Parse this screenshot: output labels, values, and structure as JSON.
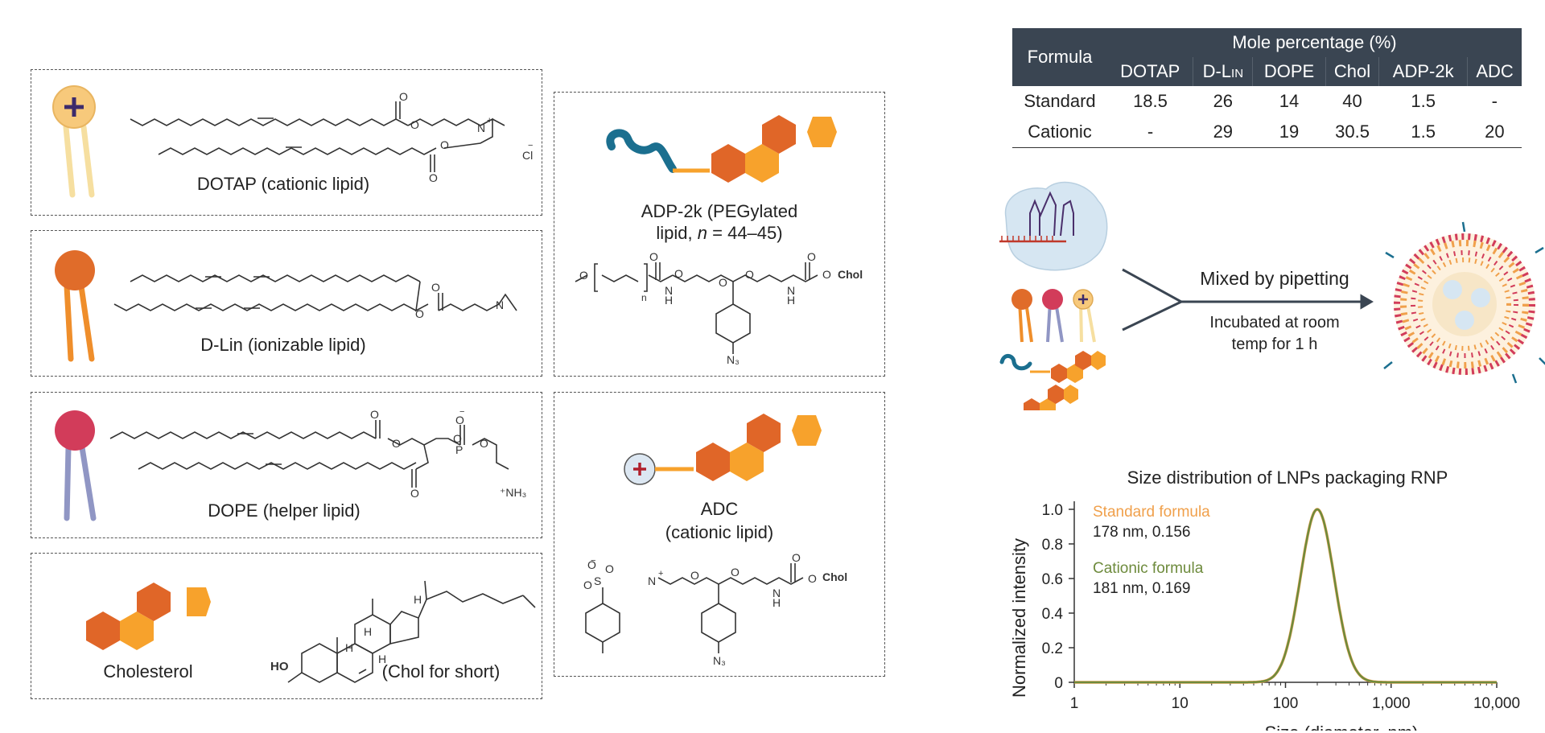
{
  "lipids": {
    "dotap": "DOTAP (cationic lipid)",
    "dlin_prefix": "D",
    "dlin_rest": "-Lin (ionizable lipid)",
    "dope": "DOPE (helper lipid)",
    "cholesterol": "Cholesterol",
    "chol_short": "(Chol for short)",
    "adp_line1": "ADP-2k (PEGylated",
    "adp_line2_a": "lipid, ",
    "adp_line2_n": "n",
    "adp_line2_b": " = 44–45)",
    "adc_line1": "ADC",
    "adc_line2": "(cationic lipid)",
    "chol_tag": "Chol",
    "n_sub": "n"
  },
  "table": {
    "formula_header": "Formula",
    "group_header": "Mole percentage (%)",
    "columns": [
      "DOTAP",
      "D-Lin",
      "DOPE",
      "Chol",
      "ADP-2k",
      "ADC"
    ],
    "rows": [
      {
        "label": "Standard",
        "values": [
          "18.5",
          "26",
          "14",
          "40",
          "1.5",
          "-"
        ]
      },
      {
        "label": "Cationic",
        "values": [
          "-",
          "29",
          "19",
          "30.5",
          "1.5",
          "20"
        ]
      }
    ]
  },
  "process": {
    "mixed": "Mixed by pipetting",
    "incubated_line1": "Incubated at room",
    "incubated_line2": "temp for 1 h"
  },
  "colors": {
    "cationic_head": "#f7c97b",
    "ionizable_head": "#e06c2a",
    "helper_head": "#d23c5a",
    "hex_dark": "#e06628",
    "hex_light": "#f7a22c",
    "peg_chain": "#1b6f8f",
    "standard_series": "#f0a04b",
    "cationic_series": "#6e8b3d",
    "table_header_bg": "#3a4552"
  },
  "chart_data": {
    "type": "line",
    "title": "Size distribution of LNPs packaging RNP",
    "ylabel": "Normalized intensity",
    "xlabel": "Size (diameter, nm)",
    "x_scale": "log",
    "xlim": [
      1,
      10000
    ],
    "ylim": [
      0,
      1.0
    ],
    "xticks": [
      "1",
      "10",
      "100",
      "1,000",
      "10,000"
    ],
    "yticks": [
      "0",
      "0.2",
      "0.4",
      "0.6",
      "0.8",
      "1.0"
    ],
    "series": [
      {
        "name": "Standard formula",
        "info": "178 nm, 0.156",
        "color": "#f0a04b",
        "peak_x": 200,
        "sigma_log10": 0.16
      },
      {
        "name": "Cationic formula",
        "info": "181 nm, 0.169",
        "color": "#6e8b3d",
        "peak_x": 200,
        "sigma_log10": 0.16
      }
    ]
  }
}
